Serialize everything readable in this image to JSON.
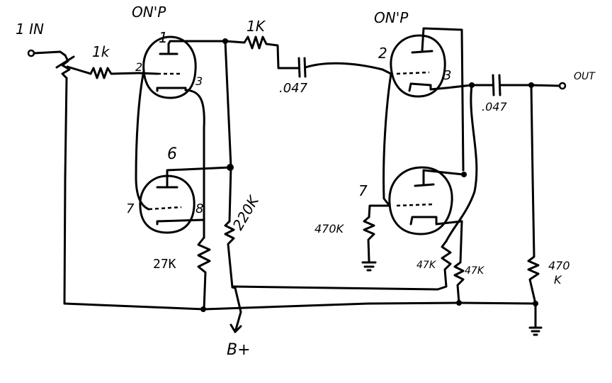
{
  "labels": {
    "input": "1 IN",
    "tube1_title": "ON'P",
    "tube2_title": "ON'P",
    "r_in_1k": "1k",
    "r_mid_1k": "1K",
    "pin1": "1",
    "pin2_left": "2",
    "pin3_left": "3",
    "pin6": "6",
    "pin7_left": "7",
    "pin8": "8",
    "pin2_right": "2",
    "pin3_right": "3",
    "pin7_right": "7",
    "cap_left": ".047",
    "cap_right": ".047",
    "r_27k": "27K",
    "r_220k": "220K",
    "r_470k": "470K",
    "r_47k_a": "47K",
    "r_47k_b": "47K",
    "r_470k_out_a": "470",
    "r_470k_out_b": "K",
    "output": "OUT",
    "bplus": "B+"
  }
}
